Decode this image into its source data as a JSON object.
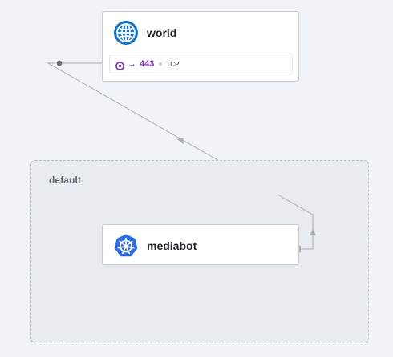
{
  "namespace": {
    "label": "default"
  },
  "world_node": {
    "title": "world",
    "icon": "globe-icon",
    "port": {
      "icon": "target-icon",
      "arrow": "→",
      "number": "443",
      "protocol": "TCP"
    }
  },
  "mediabot_node": {
    "title": "mediabot",
    "icon": "kubernetes-wheel-icon"
  },
  "colors": {
    "background": "#f0f3f8",
    "namespace_fill": "#e8ebef",
    "edge": "#a9aeb5",
    "port_accent": "#7b33b0",
    "globe": "#1673c7",
    "kubernetes": "#326ce5"
  }
}
